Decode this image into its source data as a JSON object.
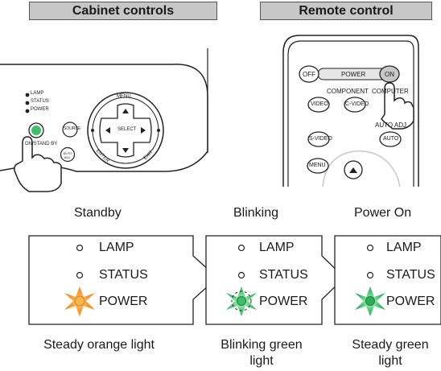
{
  "headers": {
    "cabinet": "Cabinet controls",
    "remote": "Remote control"
  },
  "cabinet": {
    "indicators": [
      "LAMP",
      "STATUS",
      "POWER"
    ],
    "buttons": {
      "source": "SOURCE",
      "menu": "MENU",
      "select": "SELECT",
      "enter": "ENTER",
      "exit": "EXIT",
      "auto_adj": "AUTO ADJ.",
      "standby": "ON/STAND BY"
    }
  },
  "remote": {
    "off": "OFF",
    "power": "POWER",
    "on": "ON",
    "component": "COMPONENT",
    "computer": "COMPUTER",
    "video": "VIDEO",
    "cvideo": "C-VIDEO",
    "svideo": "S-VIDEO",
    "auto_adj": "AUTO ADJ.",
    "auto": "AUTO",
    "menu": "MENU"
  },
  "states": [
    {
      "title": "Standby",
      "caption_lines": [
        "Steady orange light"
      ],
      "color": "#f29a2e"
    },
    {
      "title": "Blinking",
      "caption_lines": [
        "Blinking green",
        "light"
      ],
      "color": "#3fbf6a"
    },
    {
      "title": "Power On",
      "caption_lines": [
        "Steady green",
        "light"
      ],
      "color": "#2fae5a"
    }
  ],
  "panel_labels": [
    "LAMP",
    "STATUS",
    "POWER"
  ]
}
